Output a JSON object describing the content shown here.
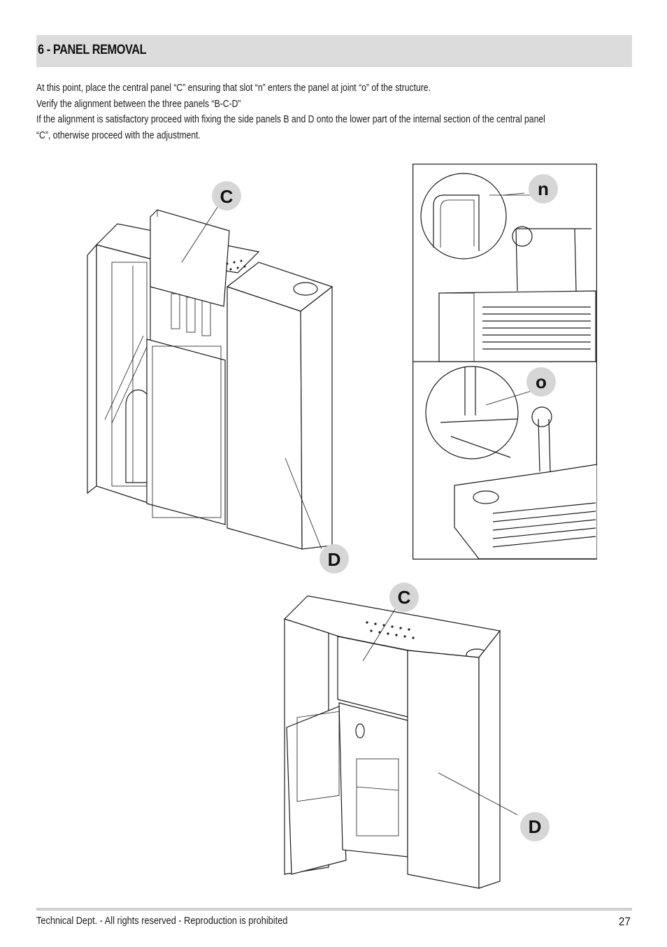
{
  "section": {
    "title": "6 - PANEL REMOVAL"
  },
  "body": {
    "line1": "At this point, place the central panel “C” ensuring that slot “n” enters the panel at joint “o” of the structure.",
    "line2": "Verify the alignment between the three panels “B-C-D”",
    "line3": "If the alignment is satisfactory proceed with fixing the side panels B and D onto the lower part of the internal section of the central panel",
    "line4": "“C”, otherwise proceed with the adjustment."
  },
  "figures": {
    "fig1": {
      "label_c": "C",
      "label_d": "D"
    },
    "fig2": {
      "label_n": "n",
      "label_o": "o"
    },
    "fig3": {
      "label_c": "C",
      "label_d": "D"
    }
  },
  "footer": {
    "text": "Technical Dept. - All rights reserved - Reproduction is prohibited",
    "page_number": "27"
  }
}
